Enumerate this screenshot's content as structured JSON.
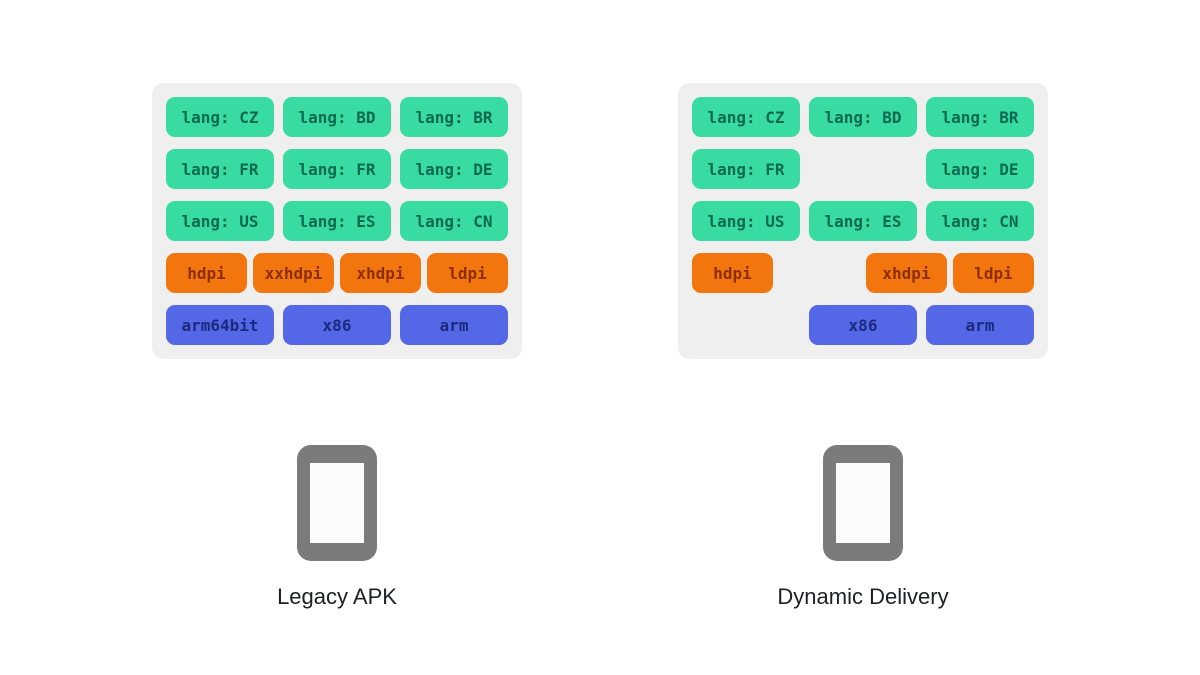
{
  "colors": {
    "page_bg": "#ffffff",
    "panel_bg": "#efeff0",
    "chip_green_bg": "#38dba2",
    "chip_green_text": "#0d6a50",
    "chip_orange_bg": "#f2750d",
    "chip_orange_text": "#8c2f00",
    "chip_blue_bg": "#5468e7",
    "chip_blue_text": "#1c2a7e",
    "phone_gray": "#7b7b7b",
    "label_text": "#202124"
  },
  "icons": {
    "device": "phone-outline-icon"
  },
  "panels": {
    "left": {
      "label": "Legacy APK",
      "rows": [
        {
          "type": "lang",
          "cols": 3,
          "chips": [
            "lang: CZ",
            "lang: BD",
            "lang: BR"
          ]
        },
        {
          "type": "lang",
          "cols": 3,
          "chips": [
            "lang: FR",
            "lang: FR",
            "lang: DE"
          ]
        },
        {
          "type": "lang",
          "cols": 3,
          "chips": [
            "lang: US",
            "lang: ES",
            "lang: CN"
          ]
        },
        {
          "type": "dpi",
          "cols": 4,
          "chips": [
            "hdpi",
            "xxhdpi",
            "xhdpi",
            "ldpi"
          ]
        },
        {
          "type": "abi",
          "cols": 3,
          "chips": [
            "arm64bit",
            "x86",
            "arm"
          ]
        }
      ]
    },
    "right": {
      "label": "Dynamic Delivery",
      "rows": [
        {
          "type": "lang",
          "cols": 3,
          "chips": [
            "lang: CZ",
            "lang: BD",
            "lang: BR"
          ]
        },
        {
          "type": "lang",
          "cols": 3,
          "chips": [
            "lang: FR",
            null,
            "lang: DE"
          ]
        },
        {
          "type": "lang",
          "cols": 3,
          "chips": [
            "lang: US",
            "lang: ES",
            "lang: CN"
          ]
        },
        {
          "type": "dpi",
          "cols": 4,
          "chips": [
            "hdpi",
            null,
            "xhdpi",
            "ldpi"
          ]
        },
        {
          "type": "abi",
          "cols": 3,
          "chips": [
            null,
            "x86",
            "arm"
          ]
        }
      ]
    }
  }
}
